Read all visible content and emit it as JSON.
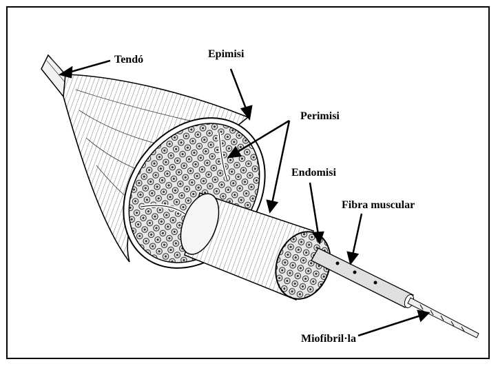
{
  "labels": {
    "tendo": "Tendó",
    "epimisi": "Epimisi",
    "perimisi": "Perimisi",
    "endomisi": "Endomisi",
    "fibra": "Fibra muscular",
    "miofibril": "Miofibril·la"
  },
  "colors": {
    "ink": "#000000",
    "paper": "#ffffff",
    "shade": "#d9d9d9"
  }
}
